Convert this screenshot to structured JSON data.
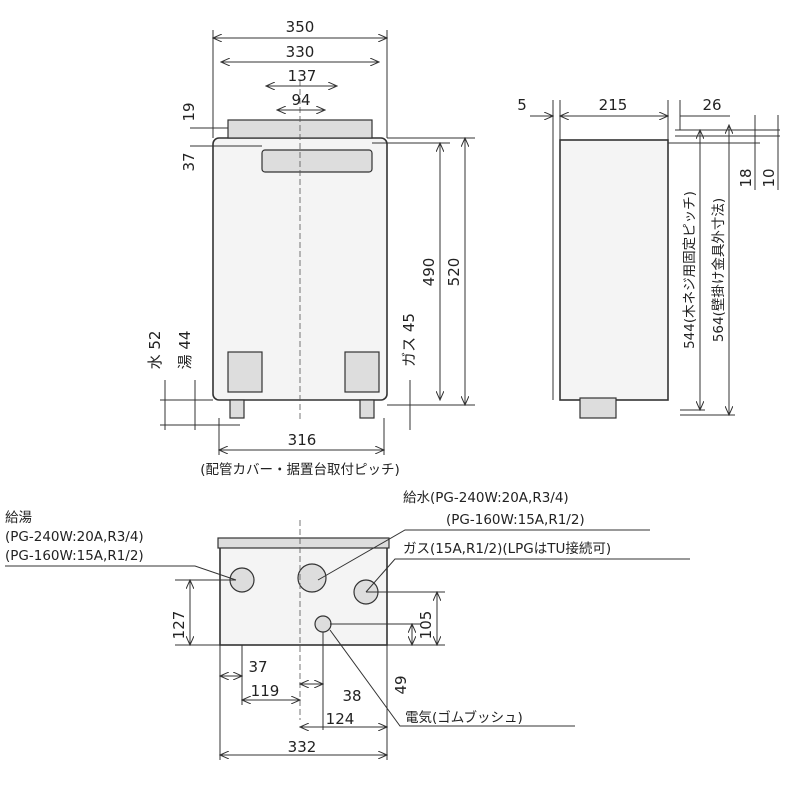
{
  "front_view": {
    "width_350": "350",
    "width_330": "330",
    "pitch_137": "137",
    "pitch_94": "94",
    "top_19": "19",
    "top_37": "37",
    "height_490": "490",
    "height_520": "520",
    "water_label": "水 52",
    "hot_label": "湯 44",
    "gas_label": "ガス 45",
    "bottom_316": "316",
    "caption": "(配管カバー・据置台取付ピッチ)"
  },
  "side_view": {
    "dim_5": "5",
    "dim_215": "215",
    "dim_26": "26",
    "dim_18": "18",
    "dim_10": "10",
    "dim_544": "544(木ネジ用固定ピッチ)",
    "dim_564": "564(壁掛け金具外寸法)"
  },
  "bottom_view": {
    "hot_title": "給湯",
    "hot_spec_1": "(PG-240W:20A,R3/4)",
    "hot_spec_2": "(PG-160W:15A,R1/2)",
    "cold_spec_1": "給水(PG-240W:20A,R3/4)",
    "cold_spec_2": "(PG-160W:15A,R1/2)",
    "gas_spec": "ガス(15A,R1/2)(LPGはTU接続可)",
    "dim_127": "127",
    "dim_105": "105",
    "dim_49": "49",
    "dim_37": "37",
    "dim_119": "119",
    "dim_38": "38",
    "dim_124": "124",
    "dim_332": "332",
    "electric_label": "電気(ゴムブッシュ)"
  }
}
